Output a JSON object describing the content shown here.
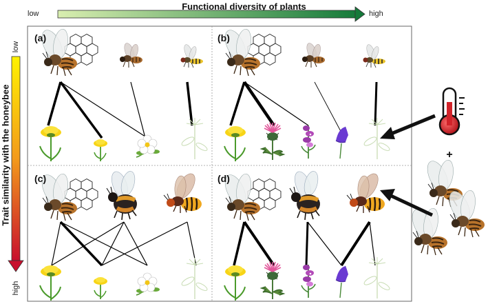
{
  "figure": {
    "top_axis": {
      "title": "Functional diversity of plants",
      "low": "low",
      "high": "high"
    },
    "side_axis": {
      "title": "Trait similarity with the honeybee",
      "low": "low",
      "high": "high"
    },
    "panels": [
      {
        "label": "(a)"
      },
      {
        "label": "(b)"
      },
      {
        "label": "(c)"
      },
      {
        "label": "(d)"
      }
    ],
    "plus_sign": "+",
    "colors": {
      "top_gradient_start": "#cfe8a0",
      "top_gradient_end": "#1a7a3a",
      "side_gradient_start": "#ffe600",
      "side_gradient_end": "#c8102e",
      "thermometer_red": "#d2232a"
    },
    "icons": [
      "honeybee-icon",
      "wild-bee-icon",
      "hoverfly-icon",
      "bumblebee-icon",
      "hornet-icon",
      "dandelion-icon",
      "small-dandelion-icon",
      "white-flower-icon",
      "umbellifer-icon",
      "thistle-icon",
      "purple-snapdragon-icon",
      "bellflower-icon",
      "thermometer-icon",
      "honeycomb-icon"
    ]
  }
}
